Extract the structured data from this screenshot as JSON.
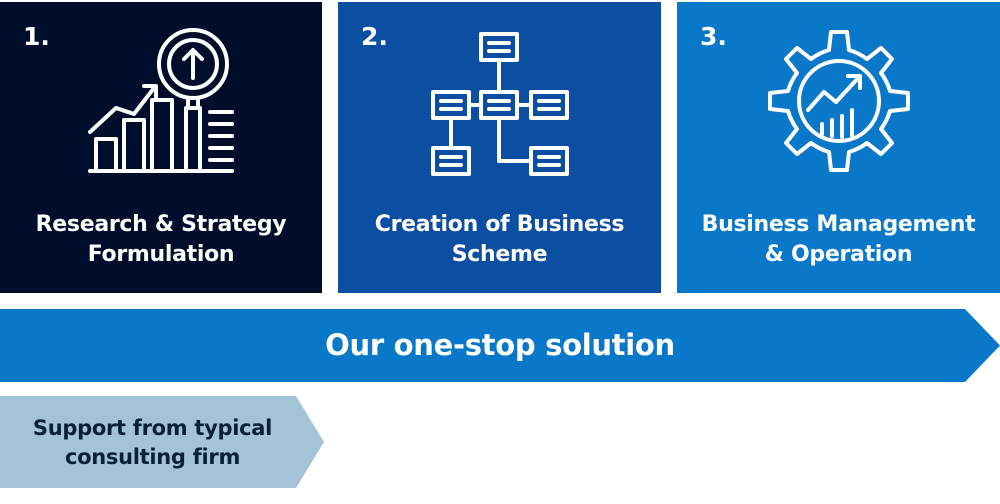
{
  "colors": {
    "card1_bg": "#000e2b",
    "card2_bg": "#0b4ea2",
    "card3_bg": "#0a78c9",
    "arrow_main": "#0a78c9",
    "arrow_small": "#a5c3d6",
    "text_light": "#ffffff",
    "text_dark": "#0b1f3a"
  },
  "steps": [
    {
      "number": "1.",
      "title_line1": "Research & Strategy",
      "title_line2": "Formulation",
      "icon": "bar-chart-magnifier-icon"
    },
    {
      "number": "2.",
      "title_line1": "Creation of Business",
      "title_line2": "Scheme",
      "icon": "flowchart-icon"
    },
    {
      "number": "3.",
      "title_line1": "Business Management",
      "title_line2": "& Operation",
      "icon": "gear-growth-chart-icon"
    }
  ],
  "banner": {
    "label": "Our one-stop solution"
  },
  "comparison": {
    "label_line1": "Support from typical",
    "label_line2": "consulting firm"
  }
}
